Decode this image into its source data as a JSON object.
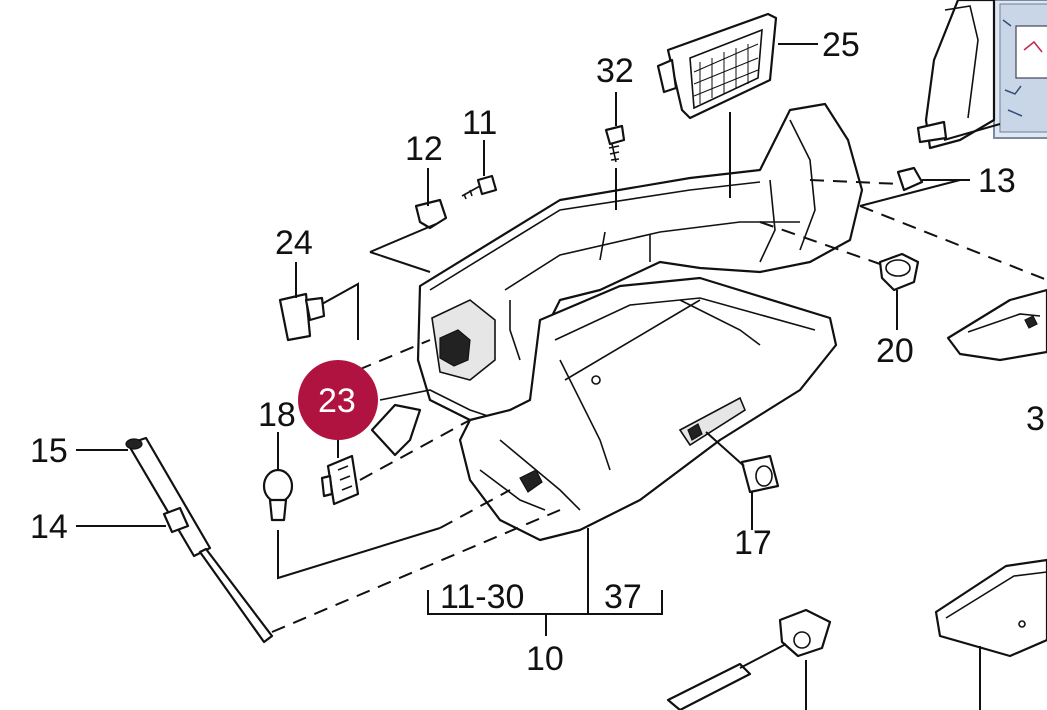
{
  "diagram": {
    "callouts": [
      {
        "id": "25",
        "text": "25"
      },
      {
        "id": "32",
        "text": "32"
      },
      {
        "id": "11",
        "text": "11"
      },
      {
        "id": "12",
        "text": "12"
      },
      {
        "id": "13",
        "text": "13"
      },
      {
        "id": "24",
        "text": "24"
      },
      {
        "id": "20",
        "text": "20"
      },
      {
        "id": "23",
        "text": "23"
      },
      {
        "id": "18",
        "text": "18"
      },
      {
        "id": "15",
        "text": "15"
      },
      {
        "id": "14",
        "text": "14"
      },
      {
        "id": "17",
        "text": "17"
      },
      {
        "id": "10",
        "text": "10"
      },
      {
        "id": "3",
        "text": "3"
      }
    ],
    "group_labels": {
      "left": "11-30",
      "right": "37"
    },
    "highlight_color": "#b0133f"
  }
}
